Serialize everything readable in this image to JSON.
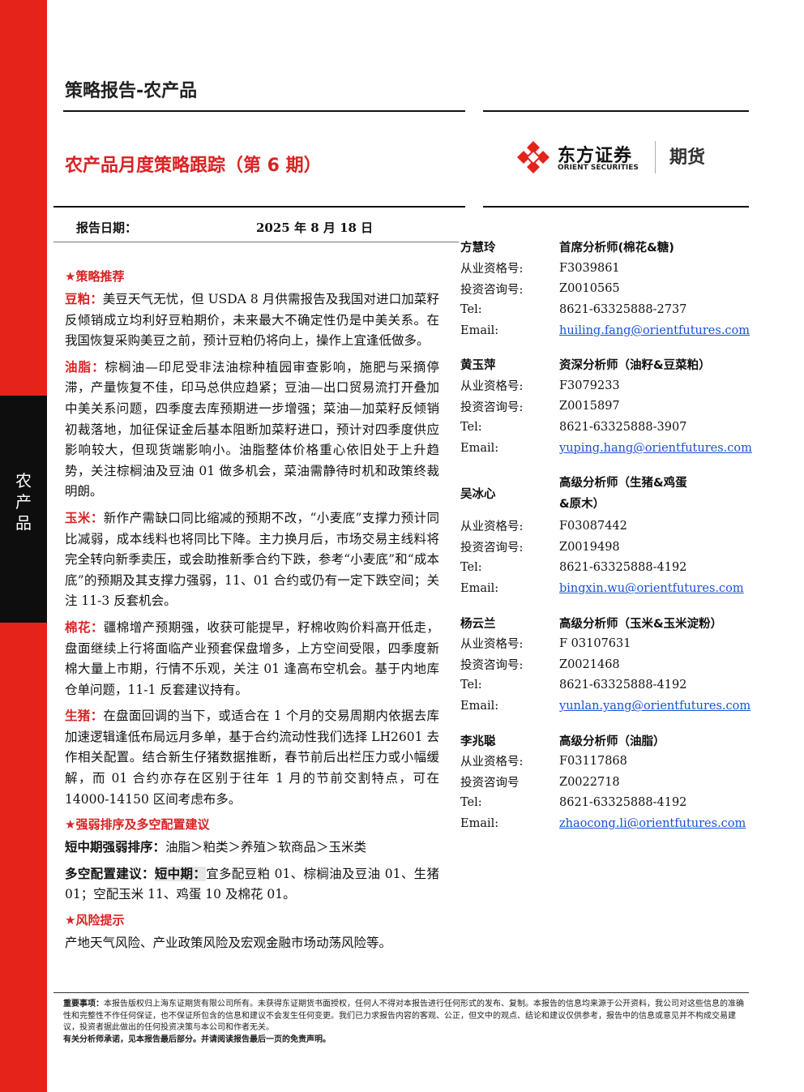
{
  "sidebar": {
    "label_chars": [
      "农",
      "产",
      "品"
    ]
  },
  "header": {
    "report_type": "策略报告-农产品",
    "title": "农产品月度策略跟踪（第 6 期）",
    "logo": {
      "cn": "东方证券",
      "en": "ORIENT SECURITIES",
      "tag": "期货",
      "icon": "orient-securities-logo-icon",
      "brand_color": "#e5231b"
    },
    "date_label": "报告日期：",
    "date_value": "2025 年 8 月 18 日"
  },
  "strategy": {
    "title": "★策略推荐",
    "items": [
      {
        "key": "豆粕：",
        "text": "美豆天气无忧，但 USDA 8 月供需报告及我国对进口加菜籽反倾销成立均利好豆粕期价，未来最大不确定性仍是中美关系。在我国恢复采购美豆之前，预计豆粕仍将向上，操作上宜逢低做多。"
      },
      {
        "key": "油脂：",
        "text": "棕榈油—印尼受非法油棕种植园审查影响，施肥与采摘停滞，产量恢复不佳，印马总供应趋紧；豆油—出口贸易流打开叠加中美关系问题，四季度去库预期进一步增强；菜油—加菜籽反倾销初裁落地，加征保证金后基本阻断加菜籽进口，预计对四季度供应影响较大，但现货端影响小。油脂整体价格重心依旧处于上升趋势，关注棕榈油及豆油 01 做多机会，菜油需静待时机和政策终裁明朗。"
      },
      {
        "key": "玉米：",
        "text": "新作产需缺口同比缩减的预期不改，“小麦底”支撑力预计同比减弱，成本线料也将同比下降。主力换月后，市场交易主线料将完全转向新季卖压，或会助推新季合约下跌，参考“小麦底”和“成本底”的预期及其支撑力强弱，11、01 合约或仍有一定下跌空间；关注 11-3 反套机会。"
      },
      {
        "key": "棉花：",
        "text": "疆棉增产预期强，收获可能提早，籽棉收购价料高开低走，盘面继续上行将面临产业预套保盘增多，上方空间受限，四季度新棉大量上市期，行情不乐观，关注 01 逢高布空机会。基于内地库仓单问题，11-1 反套建议持有。"
      },
      {
        "key": "生猪：",
        "text": "在盘面回调的当下，或适合在 1 个月的交易周期内依据去库加速逻辑逢低布局远月多单，基于合约流动性我们选择 LH2601 去作相关配置。结合新生仔猪数据推断，春节前后出栏压力或小幅缓解，而 01 合约亦存在区别于往年 1 月的节前交割特点，可在 14000-14150 区间考虑布多。"
      }
    ]
  },
  "ranking": {
    "title": "★强弱排序及多空配置建议",
    "rank_label": "短中期强弱排序：",
    "rank_text": "油脂＞粕类＞养殖＞软商品＞玉米类",
    "alloc_label": "多空配置建议：",
    "alloc_highlight": "短中期：",
    "alloc_text": "宜多配豆粕 01、棕榈油及豆油 01、生猪 01；空配玉米 11、鸡蛋 10 及棉花 01。"
  },
  "risk": {
    "title": "★风险提示",
    "text": "产地天气风险、产业政策风险及宏观金融市场动荡风险等。"
  },
  "analysts": [
    {
      "name": "方慧玲",
      "role": "首席分析师(棉花&糖)",
      "qual_label": "从业资格号:",
      "qual": "F3039861",
      "inv_label": "投资咨询号:",
      "inv": "Z0010565",
      "tel_label": "Tel:",
      "tel": "8621-63325888-2737",
      "email_label": "Email:",
      "email": "huiling.fang@orientfutures.com"
    },
    {
      "name": "黄玉萍",
      "role": "资深分析师（油籽&豆菜粕）",
      "qual_label": "从业资格号:",
      "qual": "F3079233",
      "inv_label": "投资咨询号:",
      "inv": "Z0015897",
      "tel_label": "Tel:",
      "tel": "8621-63325888-3907",
      "email_label": "Email:",
      "email": "yuping.hang@orientfutures.com"
    },
    {
      "name": "吴冰心",
      "role_line1": "高级分析师（生猪&鸡蛋",
      "role_line2": "&原木）",
      "qual_label": "从业资格号:",
      "qual": "F03087442",
      "inv_label": "投资咨询号:",
      "inv": "Z0019498",
      "tel_label": "Tel:",
      "tel": "8621-63325888-4192",
      "email_label": "Email:",
      "email": "bingxin.wu@orientfutures.com"
    },
    {
      "name": "杨云兰",
      "role": "高级分析师（玉米&玉米淀粉）",
      "qual_label": "从业资格号:",
      "qual": "F 03107631",
      "inv_label": "投资咨询号:",
      "inv": "Z0021468",
      "tel_label": "Tel:",
      "tel": "8621-63325888-4192",
      "email_label": "Email:",
      "email": "yunlan.yang@orientfutures.com"
    },
    {
      "name": "李兆聪",
      "role": "高级分析师（油脂）",
      "qual_label": "从业资格号:",
      "qual": "F03117868",
      "inv_label": "投资咨询号",
      "inv": "Z0022718",
      "tel_label": "Tel:",
      "tel": "8621-63325888-4192",
      "email_label": "Email:",
      "email": "zhaocong.li@orientfutures.com"
    }
  ],
  "disclaimer": {
    "label": "重要事项：",
    "text": "本报告版权归上海东证期货有限公司所有。未获得东证期货书面授权，任何人不得对本报告进行任何形式的发布、复制。本报告的信息均来源于公开资料，我公司对这些信息的准确性和完整性不作任何保证，也不保证所包含的信息和建议不会发生任何变更。我们已力求报告内容的客观、公正，但文中的观点、结论和建议仅供参考，报告中的信息或意见并不构成交易建议，投资者据此做出的任何投资决策与本公司和作者无关。",
    "note": "有关分析师承诺，见本报告最后部分。并请阅读报告最后一页的免责声明。"
  }
}
